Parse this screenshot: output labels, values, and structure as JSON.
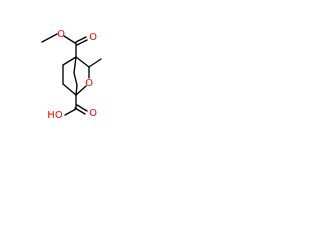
{
  "molecule": {
    "atom_labels": {
      "ester_carbonyl_oxygen": "O",
      "ester_ether_oxygen": "O",
      "ring_oxygen": "O",
      "acid_carbonyl_oxygen": "O",
      "acid_hydroxyl": "HO"
    }
  },
  "colors": {
    "bond": "#000000",
    "oxygen": "#ff0000",
    "background": "#ffffff"
  }
}
